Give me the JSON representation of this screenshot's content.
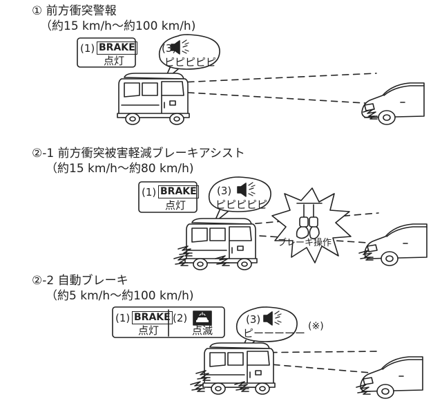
{
  "sections": [
    {
      "title": "① 前方衝突警報",
      "speed": "（約15 km/h～約100 km/h)",
      "brake_num": "(1)",
      "brake_label": "BRAKE",
      "brake_state": "点灯",
      "sound_num": "(3)",
      "sound_text": "ピピピピピ"
    },
    {
      "title": "②-1 前方衝突被害軽減ブレーキアシスト",
      "speed": "（約15 km/h～約80 km/h)",
      "brake_num": "(1)",
      "brake_label": "BRAKE",
      "brake_state": "点灯",
      "sound_num": "(3)",
      "sound_text": "ピピピピピ",
      "action": "ブレーキ操作"
    },
    {
      "title": "②-2 自動ブレーキ",
      "speed": "（約5 km/h～約100 km/h)",
      "brake_num": "(1)",
      "brake_label": "BRAKE",
      "brake_state": "点灯",
      "indicator_num": "(2)",
      "indicator_state": "点滅",
      "sound_num": "(3)",
      "sound_text": "ピーーーーー",
      "note": "(※)"
    }
  ],
  "icons": {
    "speaker": "speaker-icon",
    "car_warning": "car-collision-warning-icon",
    "pedals": "brake-pedal-icon"
  }
}
